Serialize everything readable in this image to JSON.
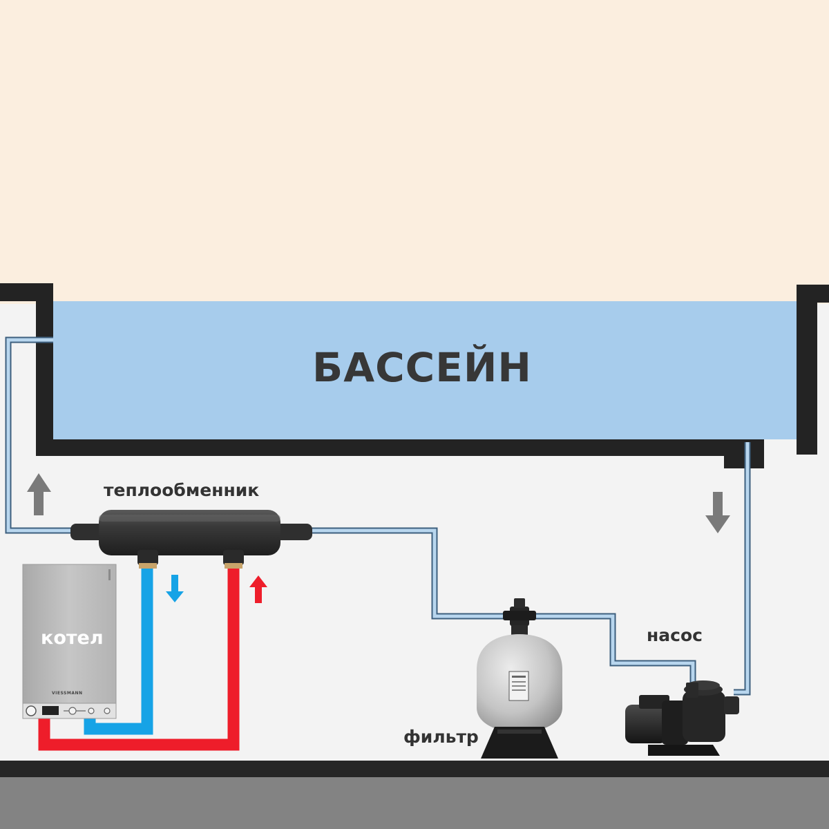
{
  "labels": {
    "pool": "БАССЕЙН",
    "heat_exchanger": "теплообменник",
    "boiler": "котел",
    "pump": "насос",
    "filter": "фильтр"
  },
  "boiler_brand": "VIESSMANN",
  "colors": {
    "sky": "#fbeedf",
    "pool_water": "#a7ccec",
    "pool_wall": "#232323",
    "pipe_pool": "#b8d6ee",
    "pipe_outline": "#3d5f7e",
    "hot_pipe": "#ee1d2a",
    "cold_pipe": "#16a3e6",
    "arrow_gray": "#7a7a7a",
    "ground": "#838383",
    "floor_line": "#262626"
  },
  "icons": {
    "flow_up_left": "arrow-up-icon",
    "flow_down_right": "arrow-down-icon",
    "cold_flow": "arrow-down-icon",
    "hot_flow": "arrow-up-icon"
  }
}
